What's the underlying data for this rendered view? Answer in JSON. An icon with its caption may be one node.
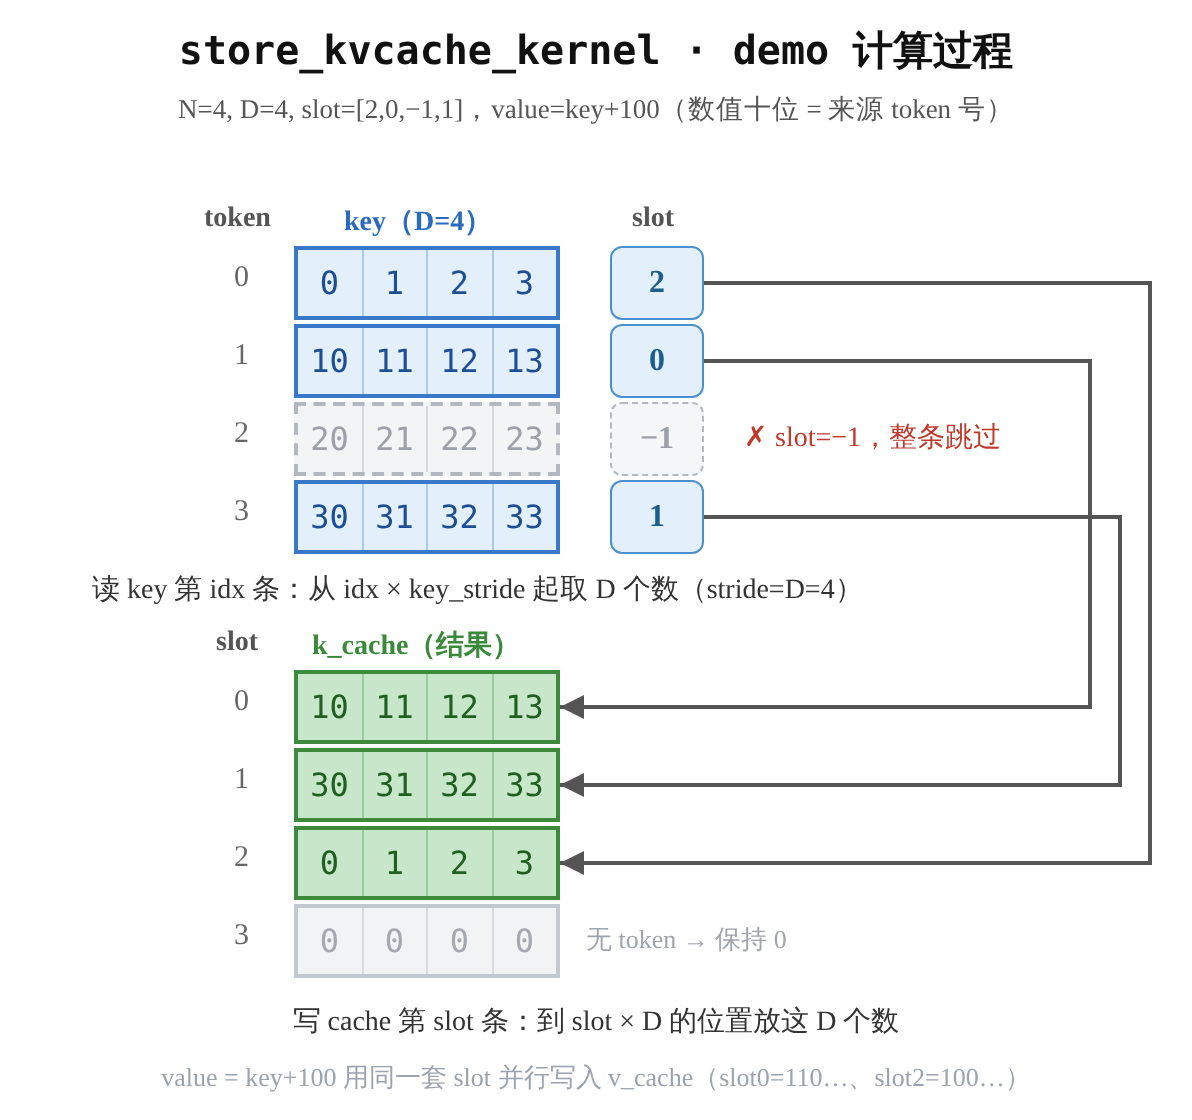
{
  "diagram": {
    "title": "store_kvcache_kernel · demo 计算过程",
    "nodes": [
      {
        "text": [
          "0",
          "1",
          "2",
          "3"
        ]
      },
      {
        "text": [
          "10",
          "11",
          "12",
          "13"
        ]
      },
      {
        "text": [
          "20",
          "21",
          "22",
          "23"
        ]
      },
      {
        "text": [
          "30",
          "31",
          "32",
          "33"
        ]
      },
      {
        "text": [
          "2"
        ]
      },
      {
        "text": [
          "0"
        ]
      },
      {
        "text": [
          "−1"
        ]
      },
      {
        "text": [
          "1"
        ]
      },
      {
        "text": [
          "10",
          "11",
          "12",
          "13"
        ]
      },
      {
        "text": [
          "30",
          "31",
          "32",
          "33"
        ]
      },
      {
        "text": [
          "0",
          "1",
          "2",
          "3"
        ]
      },
      {
        "text": [
          "0",
          "0",
          "0",
          "0"
        ]
      }
    ],
    "edges": [
      {
        "from": 4,
        "to": 10,
        "arrow": "to"
      },
      {
        "from": 5,
        "to": 8,
        "arrow": "to"
      },
      {
        "from": 7,
        "to": 9,
        "arrow": "to"
      }
    ],
    "labels": [
      "N=4, D=4, slot=[2,0,−1,1]，value=key+100（数值十位 = 来源 token 号）",
      "token",
      "key（D=4）",
      "slot",
      "0",
      "1",
      "2",
      "3",
      "✗ slot=−1，整条跳过",
      "读 key 第 idx 条：从 idx × key_stride 起取 D 个数（stride=D=4）",
      "slot",
      "k_cache（结果）",
      "0",
      "1",
      "2",
      "3",
      "无 token → 保持 0",
      "写 cache 第 slot 条：到 slot × D 的位置放这 D 个数",
      "value = key+100 用同一套 slot 并行写入 v_cache（slot0=110…、slot2=100…）"
    ]
  }
}
